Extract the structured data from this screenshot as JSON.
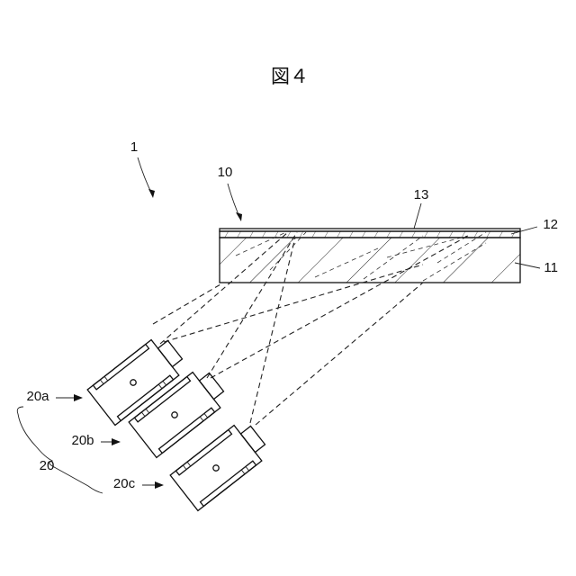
{
  "figure_title": "図４",
  "labels": {
    "device": "1",
    "panel": "10",
    "layer_top": "13",
    "layer_middle": "12",
    "substrate": "11",
    "camera_group": "20",
    "camera_a": "20a",
    "camera_b": "20b",
    "camera_c": "20c"
  }
}
